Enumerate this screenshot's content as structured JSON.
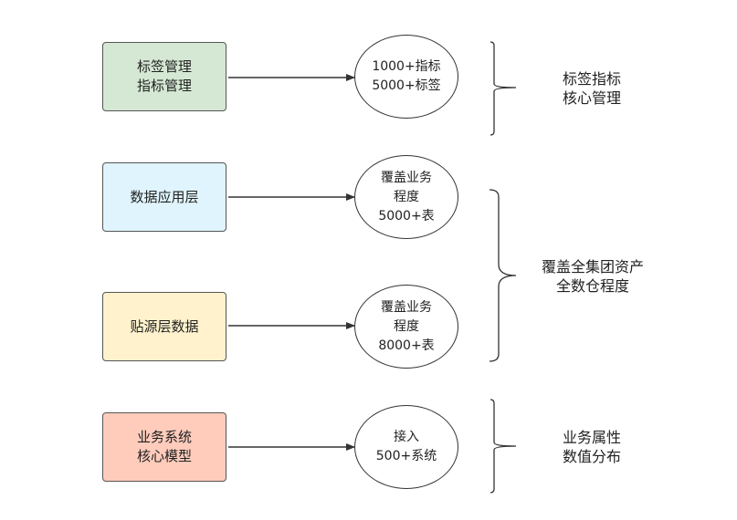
{
  "colors": {
    "tag_box": "#d5e8d4",
    "app_box": "#dff4fd",
    "source_box": "#fff2cc",
    "business_box": "#ffccbc",
    "stroke": "#333333"
  },
  "boxes": [
    {
      "lines": [
        "标签管理",
        "指标管理"
      ]
    },
    {
      "lines": [
        "数据应用层"
      ]
    },
    {
      "lines": [
        "贴源层数据"
      ]
    },
    {
      "lines": [
        "业务系统",
        "核心模型"
      ]
    }
  ],
  "ellipses": [
    {
      "lines": [
        "1000+指标",
        "5000+标签"
      ]
    },
    {
      "lines": [
        "覆盖业务",
        "程度",
        "5000+表"
      ]
    },
    {
      "lines": [
        "覆盖业务",
        "程度",
        "8000+表"
      ]
    },
    {
      "lines": [
        "接入",
        "500+系统"
      ]
    }
  ],
  "notes": [
    {
      "lines": [
        "标签指标",
        "核心管理"
      ]
    },
    {
      "lines": [
        "覆盖全集团资产",
        "全数仓程度"
      ]
    },
    {
      "lines": [
        "业务属性",
        "数值分布"
      ]
    }
  ]
}
